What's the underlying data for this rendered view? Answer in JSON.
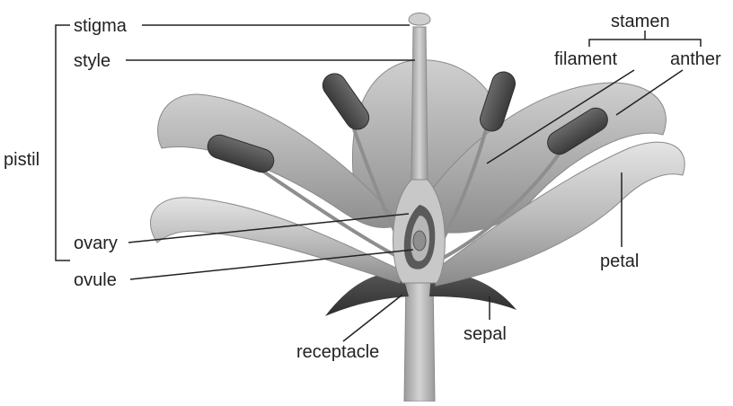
{
  "labels": {
    "stigma": "stigma",
    "style": "style",
    "pistil": "pistil",
    "ovary": "ovary",
    "ovule": "ovule",
    "stamen": "stamen",
    "filament": "filament",
    "anther": "anther",
    "petal": "petal",
    "sepal": "sepal",
    "receptacle": "receptacle"
  },
  "colors": {
    "background": "#ffffff",
    "text": "#222222",
    "leader_line": "#222222",
    "petal_light": "#d6d6d6",
    "petal_mid": "#a9a9a9",
    "petal_dark": "#7a7a7a",
    "anther": "#4d4d4d",
    "filament": "#8e8e8e",
    "ovary_dark": "#5a5a5a",
    "sepal": "#3d3d3d"
  }
}
